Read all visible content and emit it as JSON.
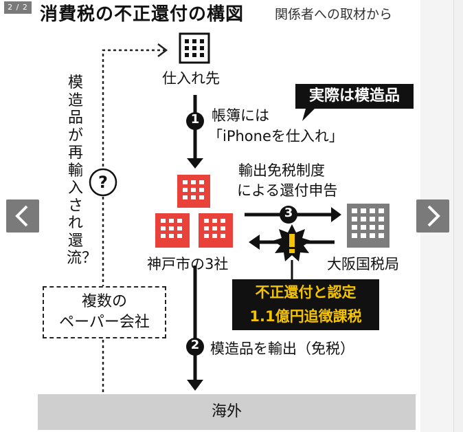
{
  "gallery": {
    "counter": "2 / 2"
  },
  "title": "消費税の不正還付の構図",
  "subtitle": "関係者への取材から",
  "nodes": {
    "supplier": "仕入れ先",
    "kobe": "神戸市の3社",
    "tax_bureau": "大阪国税局",
    "paper": [
      "複数の",
      "ペーパー会社"
    ],
    "overseas": "海外"
  },
  "steps": {
    "step1_number": "1",
    "step1_text": [
      "帳簿には",
      "「iPhoneを仕入れ」"
    ],
    "step2_number": "2",
    "step2_text": "模造品を輸出（免税）",
    "step3_number": "3",
    "step3_text": [
      "輸出免税制度",
      "による還付申告"
    ]
  },
  "callouts": {
    "reality": "実際は模造品",
    "fraud": [
      "不正還付と認定",
      "1.1億円追徴課税"
    ]
  },
  "loop": {
    "question_mark": "?",
    "vertical_text": "模造品が再輸入され還流？"
  },
  "colors": {
    "building_red": "#e8423a",
    "building_gray": "#7d7d7d",
    "callout_bg": "#111111",
    "warning_yellow": "#f5c400"
  },
  "icons": [
    "building-icon",
    "question-icon",
    "warning-icon",
    "chevron-left-icon",
    "chevron-right-icon"
  ]
}
